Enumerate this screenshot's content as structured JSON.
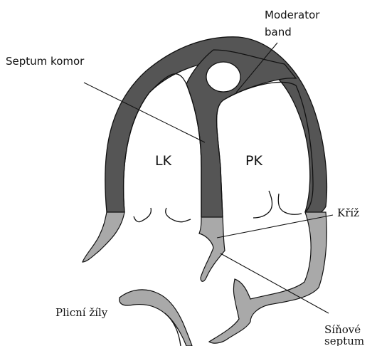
{
  "labels": {
    "moderator_band_line1": "Moderator",
    "moderator_band_line2": "band",
    "septum_komor": "Septum komor",
    "lk": "LK",
    "pk": "PK",
    "kriz": "Kříž",
    "plicni_zily": "Plicní žíly",
    "sinove_septum_line1": "Síňové",
    "sinove_septum_line2": "septum"
  },
  "colors": {
    "ventricular_wall": "#555555",
    "atrial_wall": "#a9a9a9",
    "outline": "#111111",
    "background": "#ffffff"
  }
}
